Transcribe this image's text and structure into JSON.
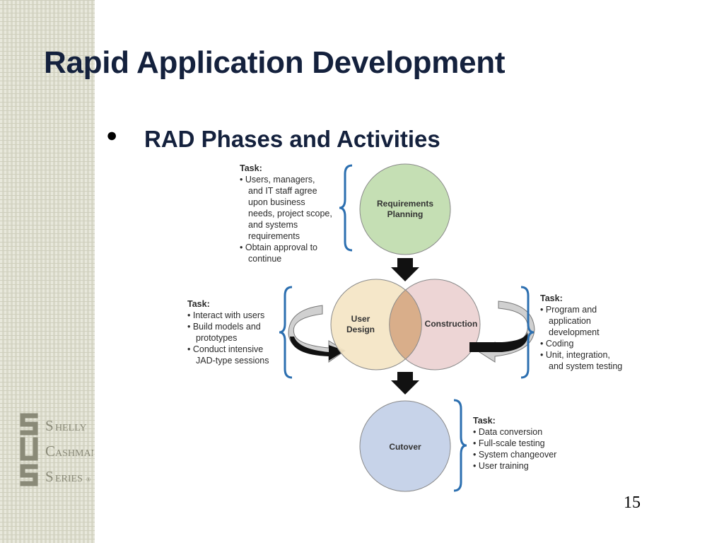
{
  "title": "Rapid Application Development",
  "subtitle": "RAD Phases and Activities",
  "bullet": "●",
  "page_number": "15",
  "colors": {
    "title": "#14213d",
    "requirements_fill": "#c5dfb4",
    "user_design_fill": "#f4e6c6",
    "construction_fill": "#edd5d5",
    "overlap_fill": "#d9ae8a",
    "cutover_fill": "#c7d3e9",
    "bracket": "#2c6fb0",
    "sidebar": "#d8d8c8"
  },
  "logo": {
    "initial_1": "S",
    "rest_1": "HELLY",
    "initial_2": "C",
    "rest_2": "ASHMAN",
    "initial_3": "S",
    "rest_3": "ERIES",
    "mark": "®"
  },
  "phases": {
    "requirements": {
      "label_line1": "Requirements",
      "label_line2": "Planning",
      "task_heading": "Task:",
      "task_lines": [
        "• Users, managers,",
        "and IT staff agree",
        "upon business",
        "needs, project scope,",
        "and systems",
        "requirements",
        "• Obtain approval to",
        "continue"
      ]
    },
    "user_design": {
      "label_line1": "User",
      "label_line2": "Design",
      "task_heading": "Task:",
      "task_lines": [
        "• Interact with users",
        "• Build models and",
        "prototypes",
        "• Conduct intensive",
        "JAD-type sessions"
      ]
    },
    "construction": {
      "label": "Construction",
      "task_heading": "Task:",
      "task_lines": [
        "• Program and",
        "application",
        "development",
        "• Coding",
        "• Unit, integration,",
        "and system testing"
      ]
    },
    "cutover": {
      "label": "Cutover",
      "task_heading": "Task:",
      "task_lines": [
        "• Data conversion",
        "• Full-scale testing",
        "• System changeover",
        "• User training"
      ]
    }
  }
}
